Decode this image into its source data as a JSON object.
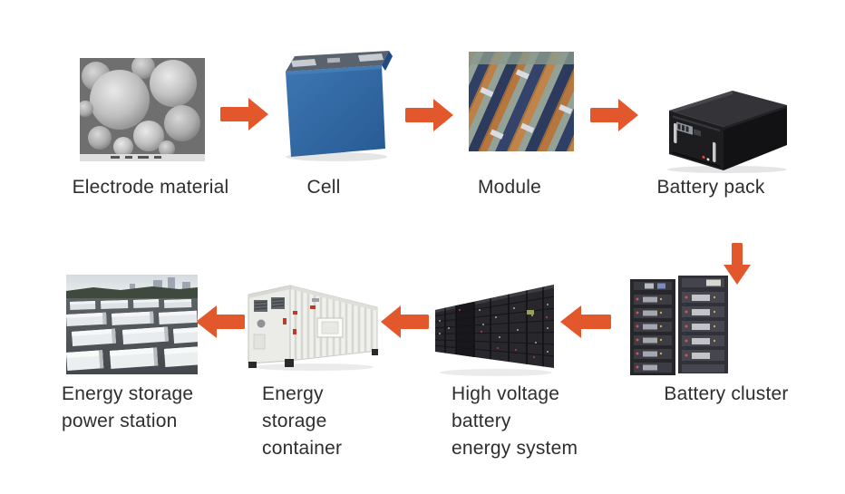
{
  "diagram": {
    "title": "",
    "type": "process-flow",
    "flow_order": [
      "Electrode material",
      "Cell",
      "Module",
      "Battery pack",
      "Battery cluster",
      "High voltage battery energy system",
      "Energy storage container",
      "Energy storage power station"
    ]
  },
  "labels": {
    "electrode_material": "Electrode material",
    "cell": "Cell",
    "module": "Module",
    "battery_pack": "Battery pack",
    "battery_cluster": "Battery cluster",
    "high_voltage_system": "High voltage\nbattery\nenergy system",
    "storage_container": "Energy\nstorage\ncontainer",
    "power_station": "Energy storage\npower station"
  },
  "arrows": {
    "color": "#E2572C",
    "count": 7,
    "directions": [
      "right",
      "right",
      "right",
      "down",
      "left",
      "left",
      "left"
    ]
  },
  "colors": {
    "background": "#ffffff",
    "text": "#2e2e2e",
    "arrow": "#E2572C",
    "cell_blue": "#3a72ad",
    "pack_black": "#1c1c1f",
    "container_white": "#efefec"
  }
}
